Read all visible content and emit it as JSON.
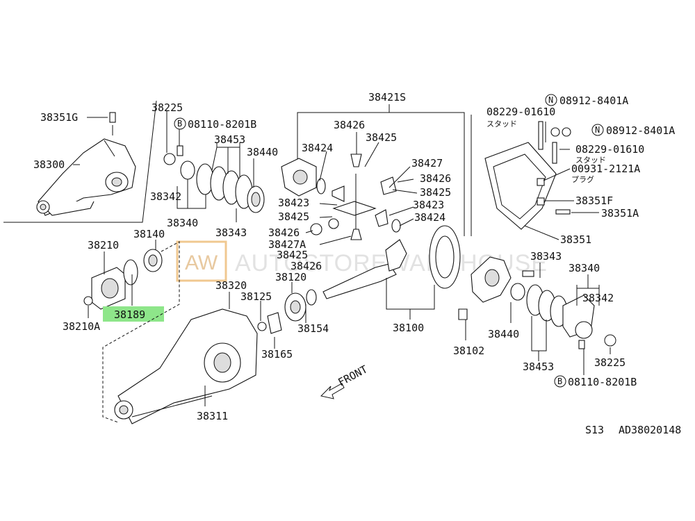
{
  "watermark": {
    "logo": "AW",
    "text": "AUTOSTOREWAREHOUSE"
  },
  "highlight": {
    "part": "38189",
    "color": "#8ee68a"
  },
  "front_label": "FRONT",
  "footer": {
    "model": "S13",
    "code": "AD38020148"
  },
  "labels": {
    "p38351G": "38351G",
    "p38300": "38300",
    "p38225a": "38225",
    "p08110a": "08110-8201B",
    "p08110a_prefix": "B",
    "p38453a": "38453",
    "p38440a": "38440",
    "p38342a": "38342",
    "p38340a": "38340",
    "p38343a": "38343",
    "p38421S": "38421S",
    "p38426a": "38426",
    "p38425a": "38425",
    "p38424a": "38424",
    "p38427": "38427",
    "p38426b": "38426",
    "p38425b": "38425",
    "p38423a": "38423",
    "p38423b": "38423",
    "p38425c": "38425",
    "p38424b": "38424",
    "p38426c": "38426",
    "p38427A": "38427A",
    "p38425d": "38425",
    "p38426d": "38426",
    "p08912a": "08912-8401A",
    "p08912a_prefix": "N",
    "p08229a": "08229-01610",
    "p08229a_jp": "スタッド",
    "p08912b": "08912-8401A",
    "p08912b_prefix": "N",
    "p08229b": "08229-01610",
    "p08229b_jp": "スタッド",
    "p00931": "00931-2121A",
    "p00931_jp": "プラグ",
    "p38351F": "38351F",
    "p38351A": "38351A",
    "p38351": "38351",
    "p38210": "38210",
    "p38140": "38140",
    "p38189": "38189",
    "p38210A": "38210A",
    "p38320": "38320",
    "p38120": "38120",
    "p38125": "38125",
    "p38154": "38154",
    "p38165": "38165",
    "p38311": "38311",
    "p38100": "38100",
    "p38343b": "38343",
    "p38340b": "38340",
    "p38342b": "38342",
    "p38440b": "38440",
    "p38102": "38102",
    "p38453b": "38453",
    "p38225b": "38225",
    "p08110b": "08110-8201B",
    "p08110b_prefix": "B"
  }
}
